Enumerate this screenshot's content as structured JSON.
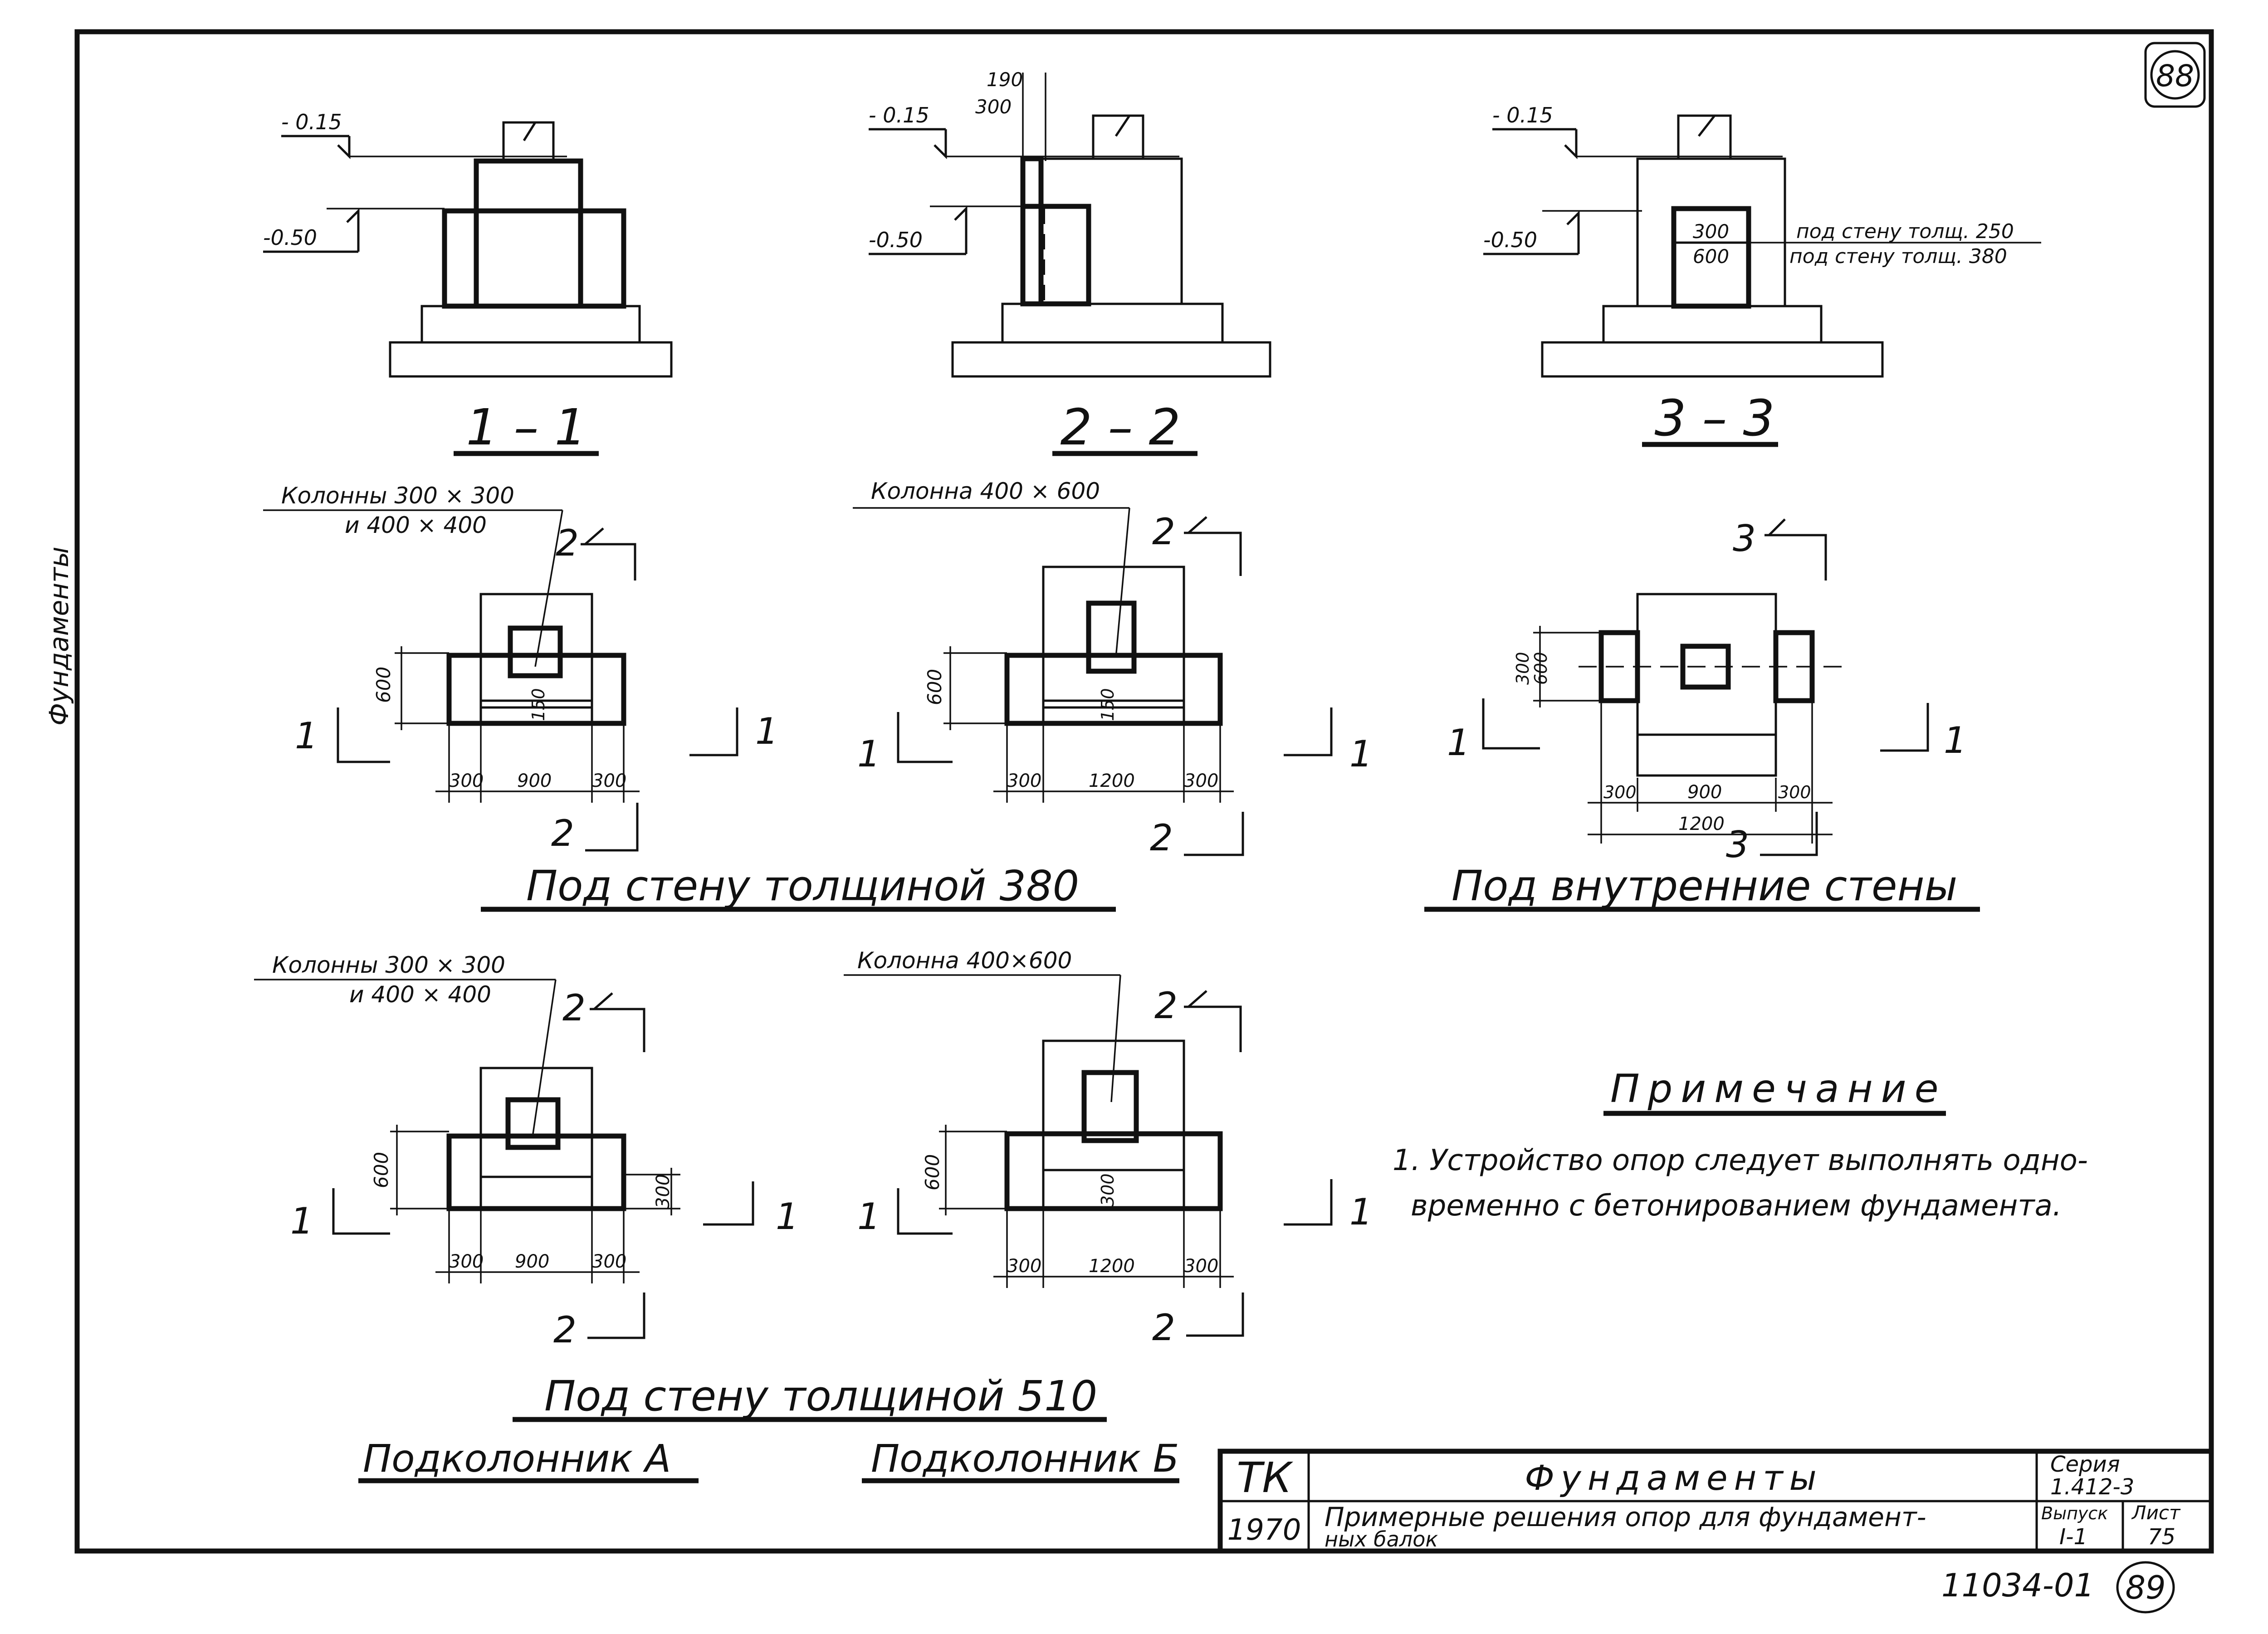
{
  "sheet_numbers": {
    "top": "88",
    "bottom": "89",
    "archive": "11034-01"
  },
  "side_text": "Фундаменты",
  "sections": [
    {
      "id": "1-1",
      "label": "1 – 1",
      "elev_top": "- 0.15",
      "elev_bottom": "-0.50"
    },
    {
      "id": "2-2",
      "label": "2 – 2",
      "elev_top": "- 0.15",
      "elev_bottom": "-0.50",
      "dim_a": "190",
      "dim_b": "300"
    },
    {
      "id": "3-3",
      "label": "3 – 3",
      "elev_top": "- 0.15",
      "elev_bottom": "-0.50",
      "box_top": "300",
      "box_bottom": "600",
      "note_250": "под стену толщ. 250",
      "note_380": "под стену толщ. 380"
    }
  ],
  "row1": {
    "caption_left": "Под стену толщиной 380",
    "caption_right": "Под внутренние стены",
    "plans": [
      {
        "id": "A",
        "leader_1": "Колонны 300 × 300",
        "leader_2": "и 400 × 400",
        "d_left": "300",
        "d_mid": "900",
        "d_right": "300",
        "d_vert": "600",
        "d_inner": "150",
        "cut_h": "1",
        "cut_v": "2"
      },
      {
        "id": "B",
        "leader_1": "Колонна 400 × 600",
        "d_left": "300",
        "d_mid": "1200",
        "d_right": "300",
        "d_vert": "600",
        "d_inner": "150",
        "cut_h": "1",
        "cut_v": "2"
      },
      {
        "id": "C",
        "d_left": "300",
        "d_mid": "900",
        "d_right": "300",
        "d_total": "1200",
        "d_vert_a": "300",
        "d_vert_b": "600",
        "cut_h": "1",
        "cut_v": "3"
      }
    ]
  },
  "row2": {
    "caption": "Под стену толщиной 510",
    "plans": [
      {
        "id": "D",
        "leader_1": "Колонны 300 × 300",
        "leader_2": "и 400 × 400",
        "d_left": "300",
        "d_mid": "900",
        "d_right": "300",
        "d_vert": "600",
        "d_side": "300",
        "cut_h": "1",
        "cut_v": "2"
      },
      {
        "id": "E",
        "leader_1": "Колонна 400×600",
        "d_left": "300",
        "d_mid": "1200",
        "d_right": "300",
        "d_vert": "600",
        "d_inner": "300",
        "cut_h": "1",
        "cut_v": "2"
      }
    ]
  },
  "column_labels": {
    "a": "Подколонник А",
    "b": "Подколонник Б"
  },
  "note": {
    "heading": "Примечание",
    "line1": "1. Устройство опор следует выполнять одно-",
    "line2": "временно с бетонированием фундамента."
  },
  "title_block": {
    "org": "ТК",
    "year": "1970",
    "title": "Фундаменты",
    "subtitle_1": "Примерные решения опор для фундамент-",
    "subtitle_2": "ных балок",
    "series_label": "Серия",
    "series_value": "1.412-3",
    "issue_label": "Выпуск",
    "issue_value": "I-1",
    "sheet_label": "Лист",
    "sheet_value": "75"
  }
}
